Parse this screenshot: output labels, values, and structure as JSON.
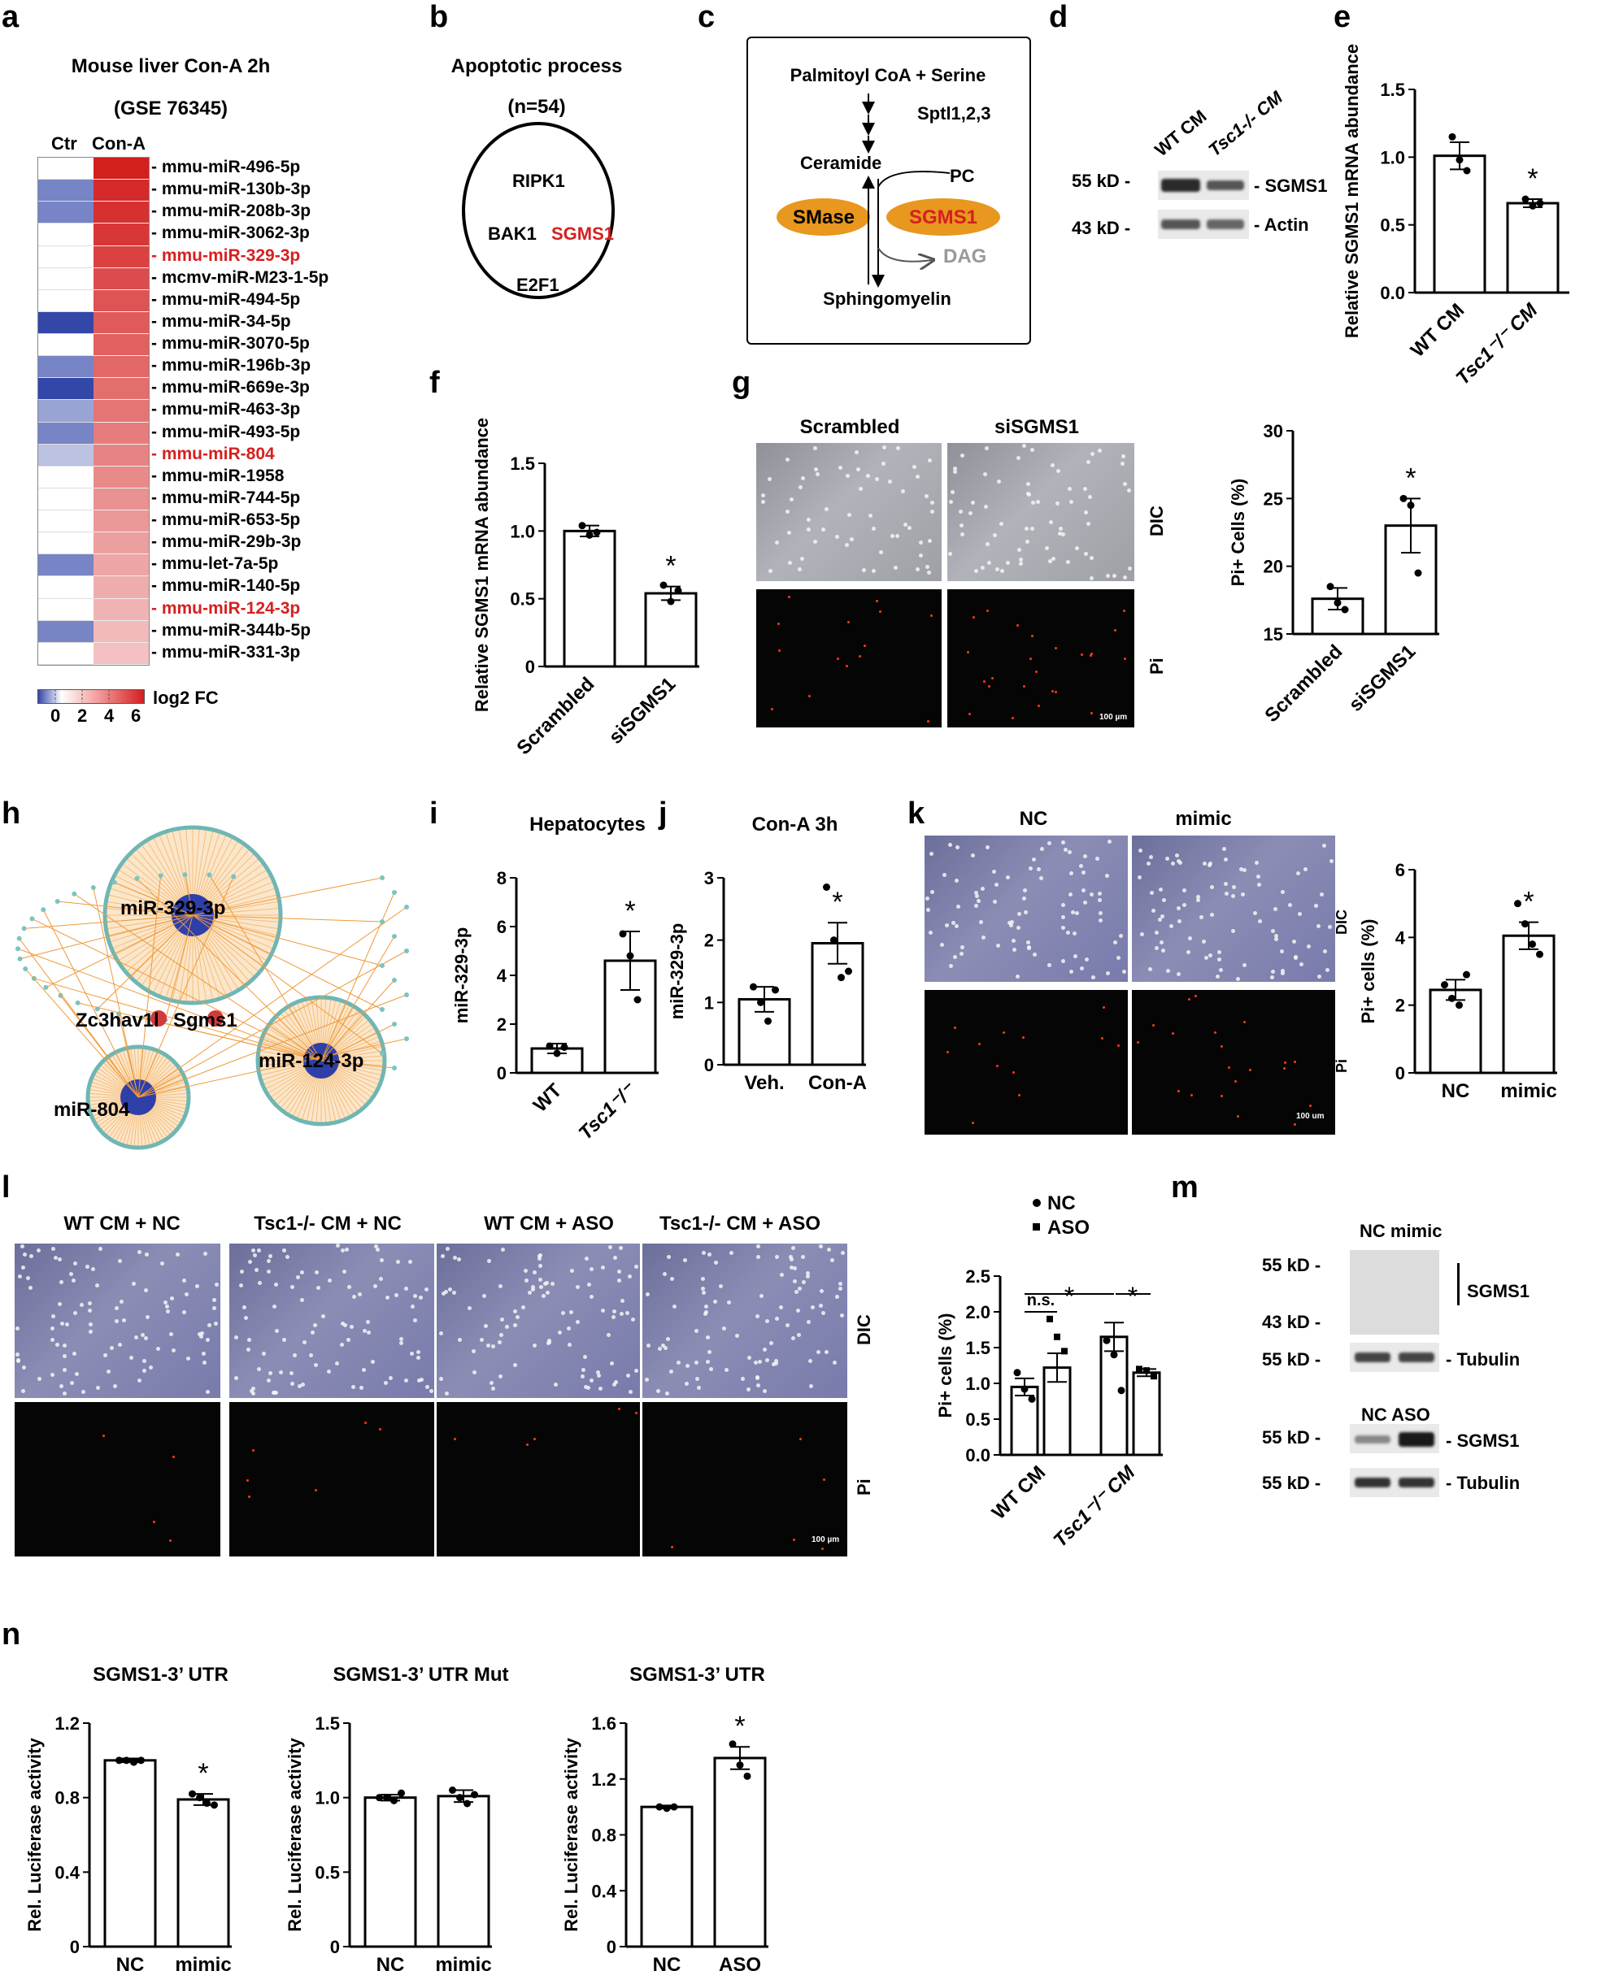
{
  "panels": {
    "a": {
      "label": "a",
      "title1": "Mouse liver Con-A 2h",
      "title2": "(GSE 76345)",
      "col1": "Ctr",
      "col2": "Con-A",
      "rows": [
        "- mmu-miR-496-5p",
        "- mmu-miR-130b-3p",
        "- mmu-miR-208b-3p",
        "- mmu-miR-3062-3p",
        "- mmu-miR-329-3p",
        "- mcmv-miR-M23-1-5p",
        "- mmu-miR-494-5p",
        "- mmu-miR-34-5p",
        "- mmu-miR-3070-5p",
        "- mmu-miR-196b-3p",
        "- mmu-miR-669e-3p",
        "- mmu-miR-463-3p",
        "- mmu-miR-493-5p",
        "- mmu-miR-804",
        "- mmu-miR-1958",
        "- mmu-miR-744-5p",
        "- mmu-miR-653-5p",
        "- mmu-miR-29b-3p",
        "- mmu-let-7a-5p",
        "- mmu-miR-140-5p",
        "- mmu-miR-124-3p",
        "- mmu-miR-344b-5p",
        "- mmu-miR-331-3p"
      ],
      "highlighted_rows": [
        4,
        13,
        20
      ],
      "ctr_values": [
        0,
        -2,
        -2,
        0,
        0,
        0,
        0,
        -3,
        0,
        -2,
        -3,
        -1.5,
        -2,
        -1,
        0,
        0,
        0,
        0,
        -2,
        0,
        0,
        -2,
        0
      ],
      "cona_values": [
        6.5,
        6.2,
        6,
        5.8,
        5.5,
        5.2,
        5,
        4.8,
        4.6,
        4.4,
        4.2,
        4,
        3.8,
        3.6,
        3.4,
        3.2,
        3,
        2.8,
        2.6,
        2.4,
        2.2,
        2,
        1.8
      ],
      "legend_label": "log2 FC",
      "legend_ticks": [
        "0",
        "2",
        "4",
        "6"
      ]
    },
    "b": {
      "label": "b",
      "title1": "Apoptotic process",
      "title2": "(n=54)",
      "genes": [
        "RIPK1",
        "BAK1",
        "SGMS1",
        "E2F1"
      ]
    },
    "c": {
      "label": "c",
      "substrate": "Palmitoyl CoA + Serine",
      "enzyme": "Sptl1,2,3",
      "ceramide": "Ceramide",
      "pc": "PC",
      "smase": "SMase",
      "sgms1": "SGMS1",
      "dag": "DAG",
      "sphingomyelin": "Sphingomyelin"
    },
    "d": {
      "label": "d",
      "lanes": [
        "WT CM",
        "Tsc1-/- CM"
      ],
      "mw": [
        "55 kD -",
        "43 kD -"
      ],
      "bands": [
        "- SGMS1",
        "- Actin"
      ]
    },
    "e": {
      "label": "e"
    },
    "f": {
      "label": "f"
    },
    "g": {
      "label": "g",
      "col1": "Scrambled",
      "col2": "siSGMS1",
      "row1": "DIC",
      "row2": "Pi",
      "scale": "100 µm"
    },
    "h": {
      "label": "h",
      "nodes": [
        "miR-329-3p",
        "miR-124-3p",
        "miR-804",
        "Zc3hav1l",
        "Sgms1"
      ]
    },
    "i": {
      "label": "i"
    },
    "j": {
      "label": "j"
    },
    "k": {
      "label": "k",
      "col1": "NC",
      "col2": "mimic",
      "row1": "DIC",
      "row2": "Pi",
      "scale": "100 um"
    },
    "l": {
      "label": "l",
      "cols": [
        "WT CM + NC",
        "Tsc1-/- CM + NC",
        "WT CM + ASO",
        "Tsc1-/- CM + ASO"
      ],
      "row1": "DIC",
      "row2": "Pi",
      "scale": "100 µm"
    },
    "m": {
      "label": "m",
      "top_lanes": "NC mimic",
      "bottom_lanes": "NC ASO",
      "mw_top": [
        "55 kD -",
        "43 kD -",
        "55 kD -"
      ],
      "mw_bottom": [
        "55 kD -",
        "55 kD -"
      ],
      "bands_top": [
        "SGMS1",
        "- Tubulin"
      ],
      "bands_bottom": [
        "- SGMS1",
        "- Tubulin"
      ]
    },
    "n": {
      "label": "n"
    }
  },
  "chart_data": [
    {
      "panel": "e",
      "type": "bar",
      "categories": [
        "WT CM",
        "Tsc1-/- CM"
      ],
      "values": [
        1.01,
        0.66
      ],
      "errors": [
        0.1,
        0.03
      ],
      "points": [
        [
          1.15,
          0.98,
          0.9
        ],
        [
          0.69,
          0.64,
          0.66
        ]
      ],
      "ylabel": "Relative SGMS1 mRNA abundance",
      "ylim": [
        0,
        1.5
      ],
      "yticks": [
        "0.0",
        "0.5",
        "1.0",
        "1.5"
      ],
      "significance": [
        "",
        "*"
      ]
    },
    {
      "panel": "f",
      "type": "bar",
      "categories": [
        "Scrambled",
        "siSGMS1"
      ],
      "values": [
        1.0,
        0.54
      ],
      "errors": [
        0.04,
        0.05
      ],
      "points": [
        [
          1.04,
          0.97,
          0.99
        ],
        [
          0.6,
          0.48,
          0.56
        ]
      ],
      "ylabel": "Relative SGMS1 mRNA abundance",
      "ylim": [
        0,
        1.5
      ],
      "yticks": [
        "0",
        "0.5",
        "1.0",
        "1.5"
      ],
      "significance": [
        "",
        "*"
      ]
    },
    {
      "panel": "g",
      "type": "bar",
      "categories": [
        "Scrambled",
        "siSGMS1"
      ],
      "values": [
        17.6,
        23.0
      ],
      "errors": [
        0.8,
        2.0
      ],
      "points": [
        [
          18.5,
          17.3,
          16.8
        ],
        [
          25,
          24.5,
          19.5
        ]
      ],
      "ylabel": "Pi+ Cells (%)",
      "ylim": [
        15,
        30
      ],
      "yticks": [
        "15",
        "20",
        "25",
        "30"
      ],
      "significance": [
        "",
        "*"
      ]
    },
    {
      "panel": "i",
      "type": "bar",
      "title": "Hepatocytes",
      "categories": [
        "WT",
        "Tsc1-/-"
      ],
      "values": [
        1.0,
        4.6
      ],
      "errors": [
        0.2,
        1.2
      ],
      "points": [
        [
          1.1,
          0.8,
          1.05
        ],
        [
          5.7,
          4.8,
          3.0
        ]
      ],
      "ylabel": "miR-329-3p",
      "ylim": [
        0,
        8
      ],
      "yticks": [
        "0",
        "2",
        "4",
        "6",
        "8"
      ],
      "significance": [
        "",
        "*"
      ]
    },
    {
      "panel": "j",
      "type": "bar",
      "title": "Con-A 3h",
      "categories": [
        "Veh.",
        "Con-A"
      ],
      "values": [
        1.05,
        1.95
      ],
      "errors": [
        0.2,
        0.33
      ],
      "points": [
        [
          1.25,
          1.0,
          0.7,
          1.2
        ],
        [
          2.85,
          2.0,
          1.4,
          1.5
        ]
      ],
      "ylabel": "miR-329-3p",
      "ylim": [
        0,
        3
      ],
      "yticks": [
        "0",
        "1",
        "2",
        "3"
      ],
      "significance": [
        "",
        "*"
      ]
    },
    {
      "panel": "k",
      "type": "bar",
      "categories": [
        "NC",
        "mimic"
      ],
      "values": [
        2.45,
        4.05
      ],
      "errors": [
        0.3,
        0.4
      ],
      "points": [
        [
          2.6,
          2.2,
          2.0,
          2.9
        ],
        [
          5.0,
          4.4,
          3.8,
          3.5
        ]
      ],
      "ylabel": "Pi+ cells (%)",
      "ylim": [
        0,
        6
      ],
      "yticks": [
        "0",
        "2",
        "4",
        "6"
      ],
      "significance": [
        "",
        "*"
      ]
    },
    {
      "panel": "l",
      "type": "bar",
      "categories": [
        "WT CM",
        "Tsc1-/- CM"
      ],
      "series": [
        {
          "name": "NC",
          "values": [
            0.95,
            1.65
          ],
          "errors": [
            0.12,
            0.2
          ]
        },
        {
          "name": "ASO",
          "values": [
            1.22,
            1.15
          ],
          "errors": [
            0.2,
            0.05
          ]
        }
      ],
      "points": [
        [
          [
            1.15,
            0.92,
            0.78
          ],
          [
            1.6,
            1.4,
            0.9
          ]
        ],
        [
          [
            1.9,
            1.65,
            1.45
          ],
          [
            1.2,
            1.18,
            1.1
          ]
        ]
      ],
      "ylabel": "Pi+ cells (%)",
      "ylim": [
        0,
        2.5
      ],
      "yticks": [
        "0.0",
        "0.5",
        "1.0",
        "1.5",
        "2.0",
        "2.5"
      ],
      "annotations": [
        "n.s.",
        "*",
        "*"
      ]
    },
    {
      "panel": "n1",
      "type": "bar",
      "title": "SGMS1-3’ UTR",
      "categories": [
        "NC",
        "mimic"
      ],
      "values": [
        1.0,
        0.79
      ],
      "errors": [
        0.01,
        0.03
      ],
      "points": [
        [
          1.0,
          1.0,
          0.99,
          1.0
        ],
        [
          0.82,
          0.8,
          0.77,
          0.76
        ]
      ],
      "ylabel": "Rel. Luciferase activity",
      "ylim": [
        0,
        1.2
      ],
      "yticks": [
        "0",
        "0.4",
        "0.8",
        "1.2"
      ],
      "significance": [
        "",
        "*"
      ]
    },
    {
      "panel": "n2",
      "type": "bar",
      "title": "SGMS1-3’ UTR Mut",
      "categories": [
        "NC",
        "mimic"
      ],
      "values": [
        1.0,
        1.01
      ],
      "errors": [
        0.02,
        0.04
      ],
      "points": [
        [
          1.0,
          1.0,
          0.98,
          1.03
        ],
        [
          1.05,
          1.0,
          0.96,
          1.02
        ]
      ],
      "ylabel": "Rel. Luciferase activity",
      "ylim": [
        0,
        1.5
      ],
      "yticks": [
        "0",
        "0.5",
        "1.0",
        "1.5"
      ],
      "significance": [
        "",
        ""
      ]
    },
    {
      "panel": "n3",
      "type": "bar",
      "title": "SGMS1-3’ UTR",
      "categories": [
        "NC",
        "ASO"
      ],
      "values": [
        1.0,
        1.35
      ],
      "errors": [
        0.01,
        0.08
      ],
      "points": [
        [
          1.0,
          0.99,
          1.0
        ],
        [
          1.45,
          1.3,
          1.22
        ]
      ],
      "ylabel": "Rel. Luciferase activity",
      "ylim": [
        0,
        1.6
      ],
      "yticks": [
        "0",
        "0.4",
        "0.8",
        "1.2",
        "1.6"
      ],
      "significance": [
        "",
        "*"
      ]
    }
  ]
}
